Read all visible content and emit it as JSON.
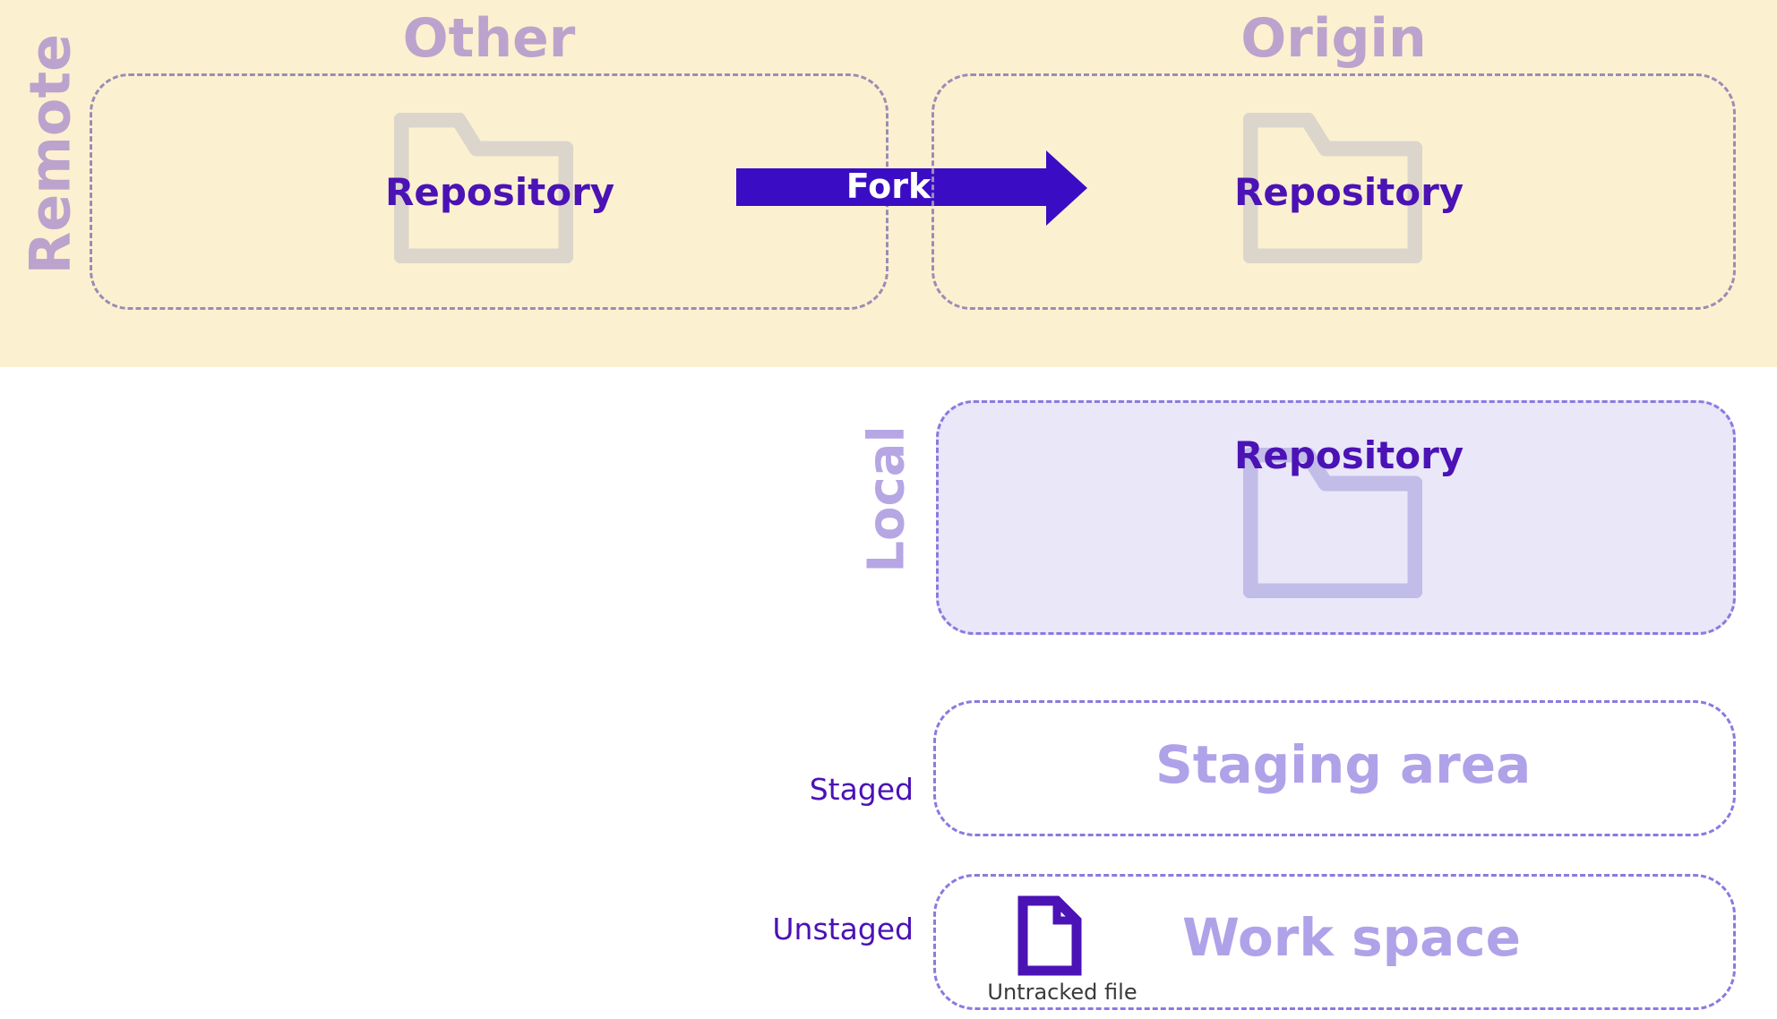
{
  "diagram": {
    "title": "Git workflow: remote and local areas",
    "colors": {
      "remote_band_bg": "#fbf1d0",
      "remote_label": "#bba3cd",
      "remote_dash_border": "#9b8cb5",
      "remote_folder": "#dcd5cc",
      "local_box_bg": "#e9e7f8",
      "local_dash_border": "#8a7ae0",
      "local_folder": "#c2bce8",
      "local_label": "#b6a6e4",
      "accent_purple": "#4b12b5",
      "arrow_fill": "#3a0dc4",
      "area_title": "#b0a2e8",
      "page_bg": "#ffffff"
    }
  },
  "remote": {
    "label": "Remote",
    "zones": [
      {
        "key": "other",
        "title": "Other",
        "repository_label": "Repository",
        "folder_icon": "folder-icon"
      },
      {
        "key": "origin",
        "title": "Origin",
        "repository_label": "Repository",
        "folder_icon": "folder-icon"
      }
    ],
    "arrow": {
      "label": "Fork",
      "icon": "arrow-right-icon",
      "direction": "right",
      "from": "Other",
      "to": "Origin"
    }
  },
  "local": {
    "label": "Local",
    "repository_label": "Repository",
    "folder_icon": "folder-icon"
  },
  "areas": [
    {
      "key": "staging",
      "side_label": "Staged",
      "title": "Staging area"
    },
    {
      "key": "workspace",
      "side_label": "Unstaged",
      "title": "Work space",
      "file": {
        "icon": "file-icon",
        "caption": "Untracked file"
      }
    }
  ]
}
